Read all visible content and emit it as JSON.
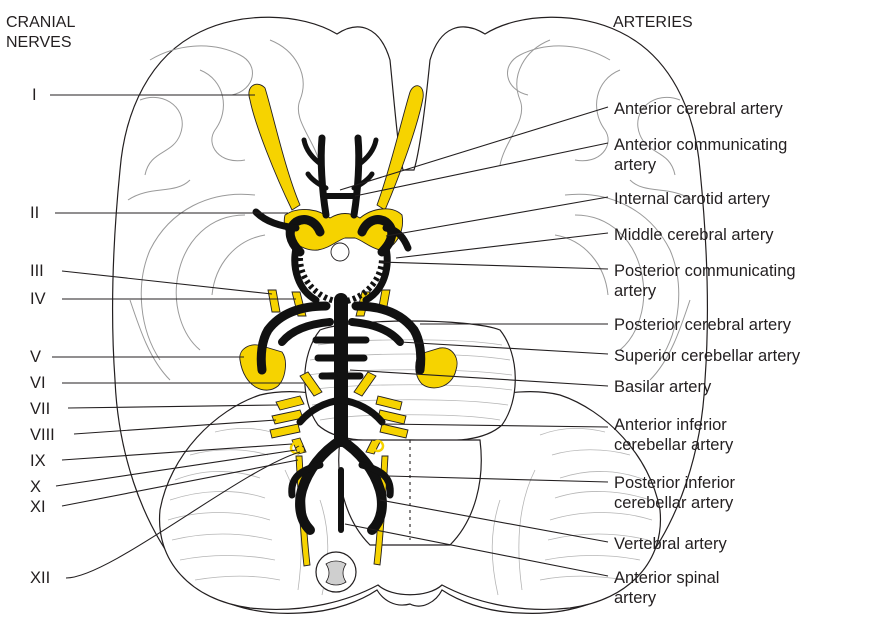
{
  "headers": {
    "cranial_nerves": [
      "CRANIAL",
      "NERVES"
    ],
    "arteries": "ARTERIES"
  },
  "cranial_nerves": [
    "I",
    "II",
    "III",
    "IV",
    "V",
    "VI",
    "VII",
    "VIII",
    "IX",
    "X",
    "XI",
    "XII"
  ],
  "arteries": [
    [
      "Anterior cerebral artery"
    ],
    [
      "Anterior communicating",
      "artery"
    ],
    [
      "Internal carotid artery"
    ],
    [
      "Middle cerebral artery"
    ],
    [
      "Posterior communicating",
      "artery"
    ],
    [
      "Posterior cerebral artery"
    ],
    [
      "Superior cerebellar artery"
    ],
    [
      "Basilar artery"
    ],
    [
      "Anterior inferior",
      "cerebellar artery"
    ],
    [
      "Posterior inferior",
      "cerebellar artery"
    ],
    [
      "Vertebral artery"
    ],
    [
      "Anterior spinal",
      "artery"
    ]
  ],
  "colors": {
    "nerve": "#f6d300",
    "artery": "#111111",
    "outline": "#231f20"
  }
}
